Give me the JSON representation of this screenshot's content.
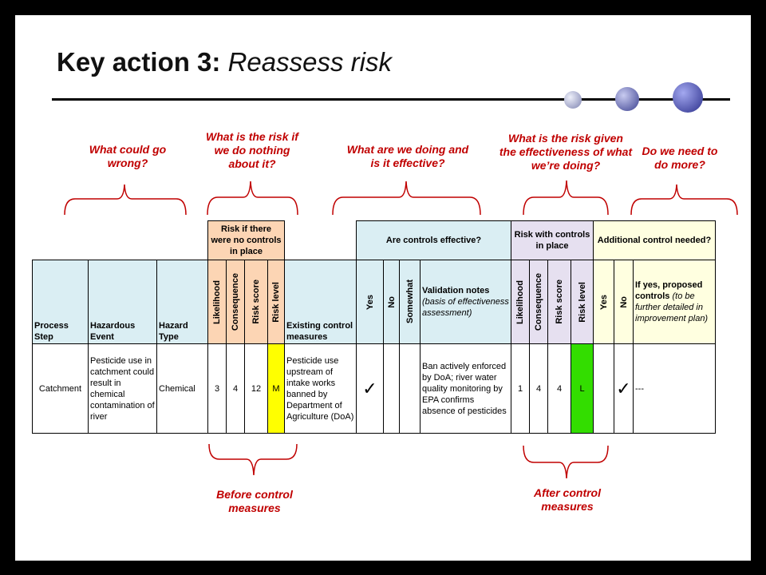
{
  "title": {
    "bold": "Key action 3:",
    "italic": "Reassess risk"
  },
  "questions": {
    "what_could_go_wrong": "What could go wrong?",
    "risk_if_nothing": "What is the risk if we do nothing about it?",
    "what_doing": "What are we doing and is it effective?",
    "risk_given_effectiveness": "What is the risk given the effectiveness of what we’re doing?",
    "do_more": "Do we need to do more?"
  },
  "bottom_labels": {
    "before": "Before control measures",
    "after": "After control measures"
  },
  "table": {
    "groups": {
      "no_controls": "Risk if there were no controls in place",
      "effective": "Are controls effective?",
      "with_controls": "Risk with controls in place",
      "additional": "Additional control needed?"
    },
    "headers": {
      "process_step": "Process Step",
      "hazardous_event": "Hazardous Event",
      "hazard_type": "Hazard Type",
      "likelihood": "Likelihood",
      "consequence": "Consequence",
      "risk_score": "Risk score",
      "risk_level": "Risk level",
      "existing_controls": "Existing control measures",
      "yes": "Yes",
      "no": "No",
      "somewhat": "Somewhat",
      "validation_notes": "Validation notes",
      "validation_notes_sub": "(basis of effectiveness assessment)",
      "likelihood2": "Likelihood",
      "consequence2": "Consequence",
      "risk_score2": "Risk score",
      "risk_level2": "Risk level",
      "yes2": "Yes",
      "no2": "No",
      "proposed": "If yes, proposed controls",
      "proposed_sub": "(to be further detailed in improvement plan)"
    },
    "row": {
      "process_step": "Catchment",
      "hazardous_event": "Pesticide use in catchment could result in chemical contamination of river",
      "hazard_type": "Chemical",
      "likelihood": "3",
      "consequence": "4",
      "risk_score": "12",
      "risk_level": "M",
      "existing_controls": "Pesticide use upstream of intake works banned by Department of Agriculture (DoA)",
      "effective_yes": "✓",
      "validation_notes": "Ban actively enforced by DoA; river water quality monitoring by EPA confirms absence of pesticides",
      "likelihood2": "1",
      "consequence2": "4",
      "risk_score2": "4",
      "risk_level2": "L",
      "additional_no": "✓",
      "proposed": "---"
    }
  },
  "colors": {
    "question_text": "#c00000",
    "no_controls_bg": "#fcd5b4",
    "effective_bg": "#daeef3",
    "with_controls_bg": "#e6e0f0",
    "additional_bg": "#ffffe0",
    "risk_medium": "#ffff00",
    "risk_low": "#33dd00"
  }
}
